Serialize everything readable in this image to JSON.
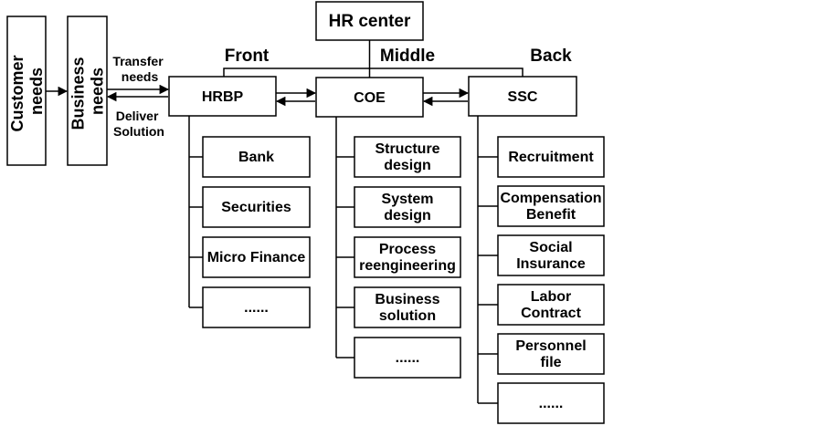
{
  "hr_center": "HR center",
  "tiers": {
    "front": "Front",
    "middle": "Middle",
    "back": "Back"
  },
  "customer": [
    "Customer",
    "needs"
  ],
  "business": [
    "Business",
    "needs"
  ],
  "transfer": [
    "Transfer",
    "needs"
  ],
  "deliver": [
    "Deliver",
    "Solution"
  ],
  "hrbp": {
    "label": "HRBP",
    "items": [
      [
        "Bank"
      ],
      [
        "Securities"
      ],
      [
        "Micro Finance"
      ],
      [
        "......"
      ]
    ]
  },
  "coe": {
    "label": "COE",
    "items": [
      [
        "Structure",
        "design"
      ],
      [
        "System",
        "design"
      ],
      [
        "Process",
        "reengineering"
      ],
      [
        "Business",
        "solution"
      ],
      [
        "......"
      ]
    ]
  },
  "ssc": {
    "label": "SSC",
    "items": [
      [
        "Recruitment"
      ],
      [
        "Compensation",
        "Benefit"
      ],
      [
        "Social",
        "Insurance"
      ],
      [
        "Labor",
        "Contract"
      ],
      [
        "Personnel",
        "file"
      ],
      [
        "......"
      ]
    ]
  }
}
